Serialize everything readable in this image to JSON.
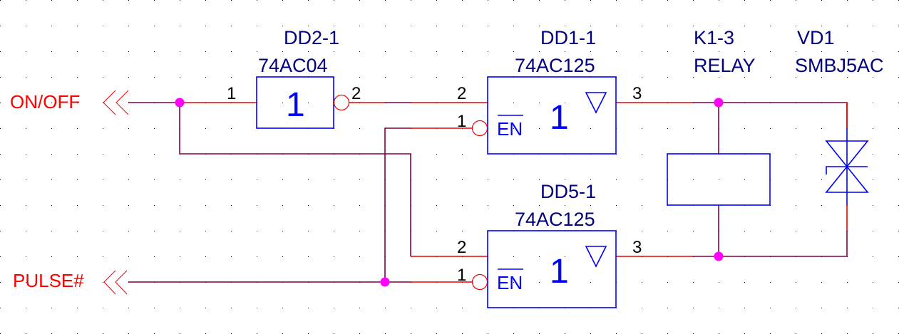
{
  "ports": {
    "on_off": "ON/OFF",
    "pulse": "PULSE#"
  },
  "components": {
    "dd2": {
      "ref": "DD2-1",
      "part": "74AC04",
      "symbol": "1",
      "pin_in": "1",
      "pin_out": "2"
    },
    "dd1": {
      "ref": "DD1-1",
      "part": "74AC125",
      "symbol": "1",
      "enable": "EN",
      "pin_in": "2",
      "pin_en": "1",
      "pin_out": "3"
    },
    "dd5": {
      "ref": "DD5-1",
      "part": "74AC125",
      "symbol": "1",
      "enable": "EN",
      "pin_in": "2",
      "pin_en": "1",
      "pin_out": "3"
    },
    "k1": {
      "ref": "K1-3",
      "part": "RELAY"
    },
    "vd1": {
      "ref": "VD1",
      "part": "SMBJ5AC"
    }
  },
  "colors": {
    "wire": "#800040",
    "pin_wire": "#ee0000",
    "component_body": "#0000ff",
    "ref_text": "#000080",
    "port_text": "#ff0000",
    "junction": "#ff00ff",
    "grid_dot": "#000000",
    "background": "#ffffff"
  }
}
